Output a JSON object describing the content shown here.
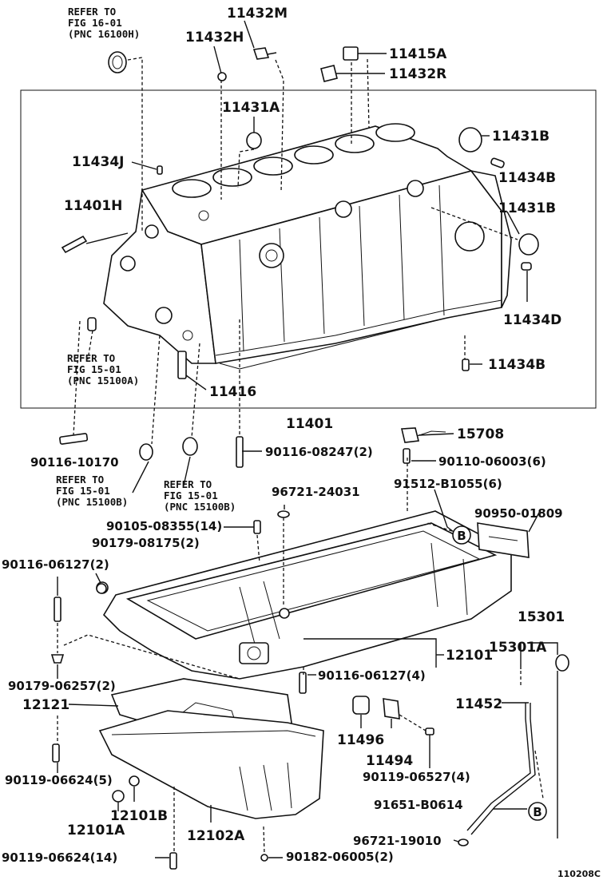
{
  "refs": {
    "fig1601": [
      "REFER TO",
      "FIG 16-01",
      "(PNC 16100H)"
    ],
    "fig1501a": [
      "REFER TO",
      "FIG 15-01",
      "(PNC 15100A)"
    ],
    "fig1501b_left": [
      "REFER TO",
      "FIG 15-01",
      "(PNC 15100B)"
    ],
    "fig1501b_right": [
      "REFER TO",
      "FIG 15-01",
      "(PNC 15100B)"
    ]
  },
  "labels": {
    "p11432M": "11432M",
    "p11432H": "11432H",
    "p11415A": "11415A",
    "p11432R": "11432R",
    "p11431A": "11431A",
    "p11431B_top": "11431B",
    "p11434J": "11434J",
    "p11434B_top": "11434B",
    "p11401H": "11401H",
    "p11431B_mid": "11431B",
    "p11434D": "11434D",
    "p11434B_bot": "11434B",
    "p11416": "11416",
    "p11401": "11401",
    "p15708": "15708",
    "p90116_10170": "90116-10170",
    "p90116_08247": "90116-08247(2)",
    "p90110_06003": "90110-06003(6)",
    "p96721_24031": "96721-24031",
    "p91512_B1055": "91512-B1055(6)",
    "p90950_01809": "90950-01809",
    "p90105_08355": "90105-08355(14)",
    "p90179_08175": "90179-08175(2)",
    "p90116_06127_2": "90116-06127(2)",
    "p15301": "15301",
    "p15301A": "15301A",
    "p12101": "12101",
    "p90179_06257": "90179-06257(2)",
    "p90116_06127_4": "90116-06127(4)",
    "p12121": "12121",
    "p11452": "11452",
    "p11496": "11496",
    "p11494": "11494",
    "p90119_06624_5": "90119-06624(5)",
    "p90119_06527": "90119-06527(4)",
    "p91651_B0614": "91651-B0614",
    "p12101B": "12101B",
    "p12101A": "12101A",
    "p12102A": "12102A",
    "p96721_19010": "96721-19010",
    "p90119_06624_14": "90119-06624(14)",
    "p90182_06005": "90182-06005(2)"
  },
  "callouts": {
    "b_upper": "B",
    "b_lower": "B"
  },
  "figure_id": "110208C"
}
